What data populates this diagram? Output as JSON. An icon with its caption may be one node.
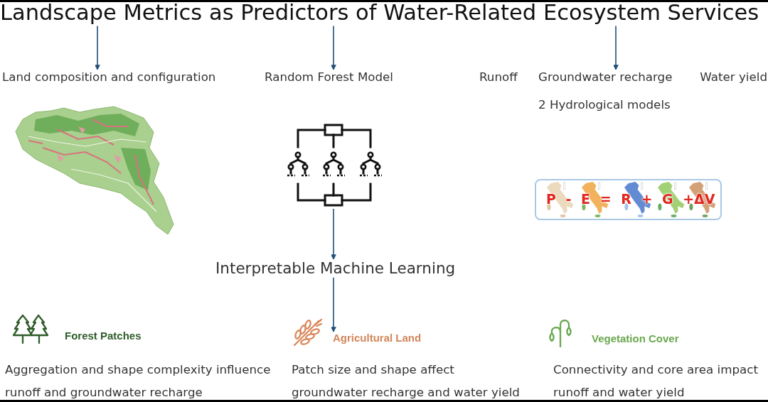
{
  "diagram": {
    "nodes": [
      {
        "text": [
          "Landscape Metrics as Predictors of Water-Related Ecosystem Services"
        ]
      },
      {
        "text": [
          "Land composition and configuration"
        ]
      },
      {
        "text": [
          "Random Forest Model"
        ]
      },
      {
        "text": [
          "Groundwater recharge"
        ]
      },
      {
        "text": [],
        "shape": "picture"
      },
      {
        "text": [
          "Interpretable Machine Learning"
        ]
      },
      {
        "text": [
          "P - E = R + G +ΔV"
        ]
      },
      {
        "text": [
          "Agricultural Land"
        ]
      }
    ],
    "edges": [
      {
        "from": 0,
        "to": 1,
        "arrow": "to"
      },
      {
        "from": 0,
        "to": 2,
        "arrow": "to"
      },
      {
        "from": 0,
        "to": 3,
        "arrow": "to"
      },
      {
        "from": 4,
        "to": 5,
        "arrow": "to"
      },
      {
        "from": 5,
        "to": 7,
        "arrow": "to"
      }
    ],
    "labels": [
      "Runoff",
      "Water yield",
      "2 Hydrological models",
      "Forest Patches",
      "Vegetation Cover",
      "Aggregation and shape complexity influence runoff and groundwater recharge",
      "Patch size and shape affect groundwater recharge and water yield",
      "Connectivity and core area impact runoff and water yield"
    ]
  }
}
